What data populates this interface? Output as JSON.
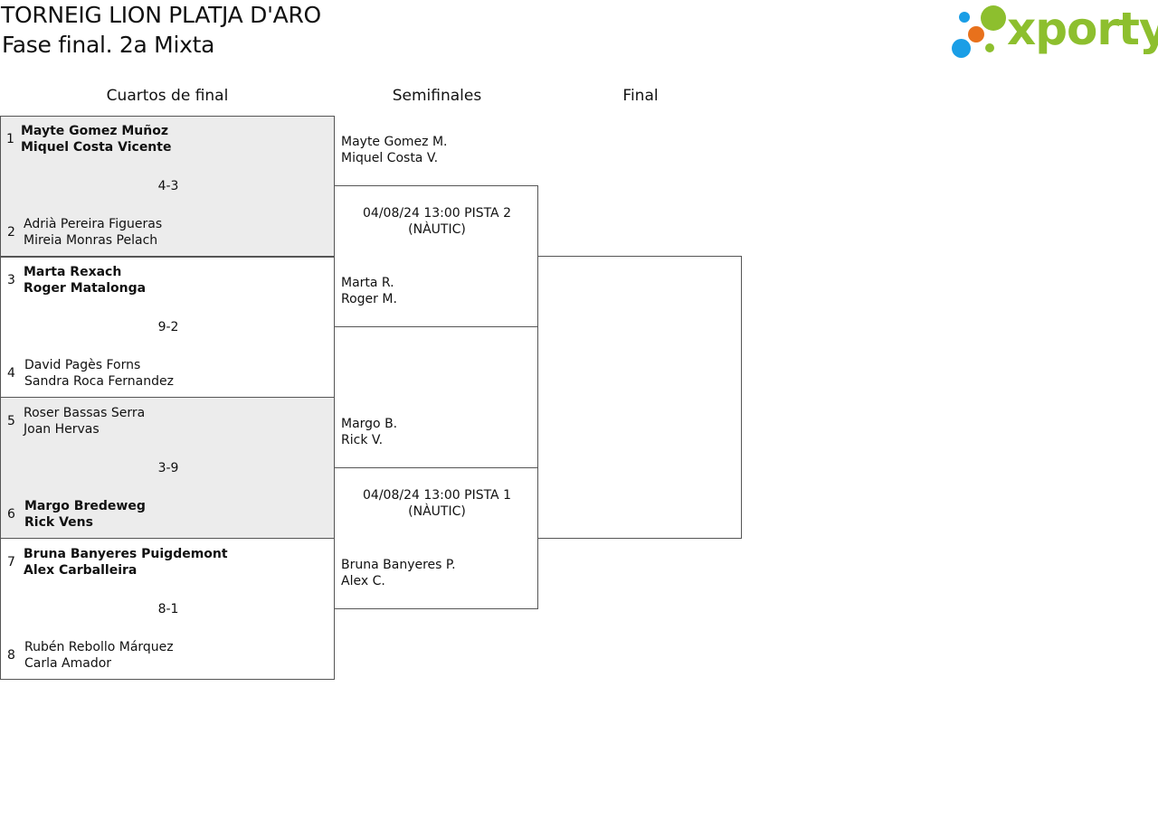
{
  "header": {
    "title": "TORNEIG LION PLATJA D'ARO",
    "subtitle": "Fase final. 2a Mixta",
    "logo_text": "xporty"
  },
  "columns": {
    "quarters": "Cuartos de final",
    "semis": "Semifinales",
    "final": "Final"
  },
  "quarterfinals": [
    {
      "score": "4-3",
      "top": {
        "seed": "1",
        "p1": "Mayte Gomez Muñoz",
        "p2": "Miquel Costa Vicente",
        "winner": true
      },
      "bottom": {
        "seed": "2",
        "p1": "Adrià Pereira Figueras",
        "p2": "Mireia Monras Pelach",
        "winner": false
      }
    },
    {
      "score": "9-2",
      "top": {
        "seed": "3",
        "p1": "Marta Rexach",
        "p2": "Roger Matalonga",
        "winner": true
      },
      "bottom": {
        "seed": "4",
        "p1": "David Pagès Forns",
        "p2": "Sandra Roca Fernandez",
        "winner": false
      }
    },
    {
      "score": "3-9",
      "top": {
        "seed": "5",
        "p1": "Roser Bassas Serra",
        "p2": "Joan Hervas",
        "winner": false
      },
      "bottom": {
        "seed": "6",
        "p1": "Margo Bredeweg",
        "p2": "Rick Vens",
        "winner": true
      }
    },
    {
      "score": "8-1",
      "top": {
        "seed": "7",
        "p1": "Bruna Banyeres Puigdemont",
        "p2": "Alex Carballeira",
        "winner": true
      },
      "bottom": {
        "seed": "8",
        "p1": "Rubén Rebollo Márquez",
        "p2": "Carla Amador",
        "winner": false
      }
    }
  ],
  "semifinals": [
    {
      "top": {
        "p1": "Mayte Gomez M.",
        "p2": "Miquel Costa V."
      },
      "schedule": [
        "04/08/24 13:00 PISTA 2",
        "(NÀUTIC)"
      ],
      "bottom": {
        "p1": "Marta R.",
        "p2": "Roger M."
      }
    },
    {
      "top": {
        "p1": "Margo B.",
        "p2": "Rick V."
      },
      "schedule": [
        "04/08/24 13:00 PISTA 1",
        "(NÀUTIC)"
      ],
      "bottom": {
        "p1": "Bruna Banyeres P.",
        "p2": "Alex C."
      }
    }
  ],
  "colors": {
    "shaded": "#ececec",
    "border": "#555555",
    "logo_green": "#8dbf2e",
    "logo_blue": "#1a9ee6",
    "logo_orange": "#e8711c"
  }
}
